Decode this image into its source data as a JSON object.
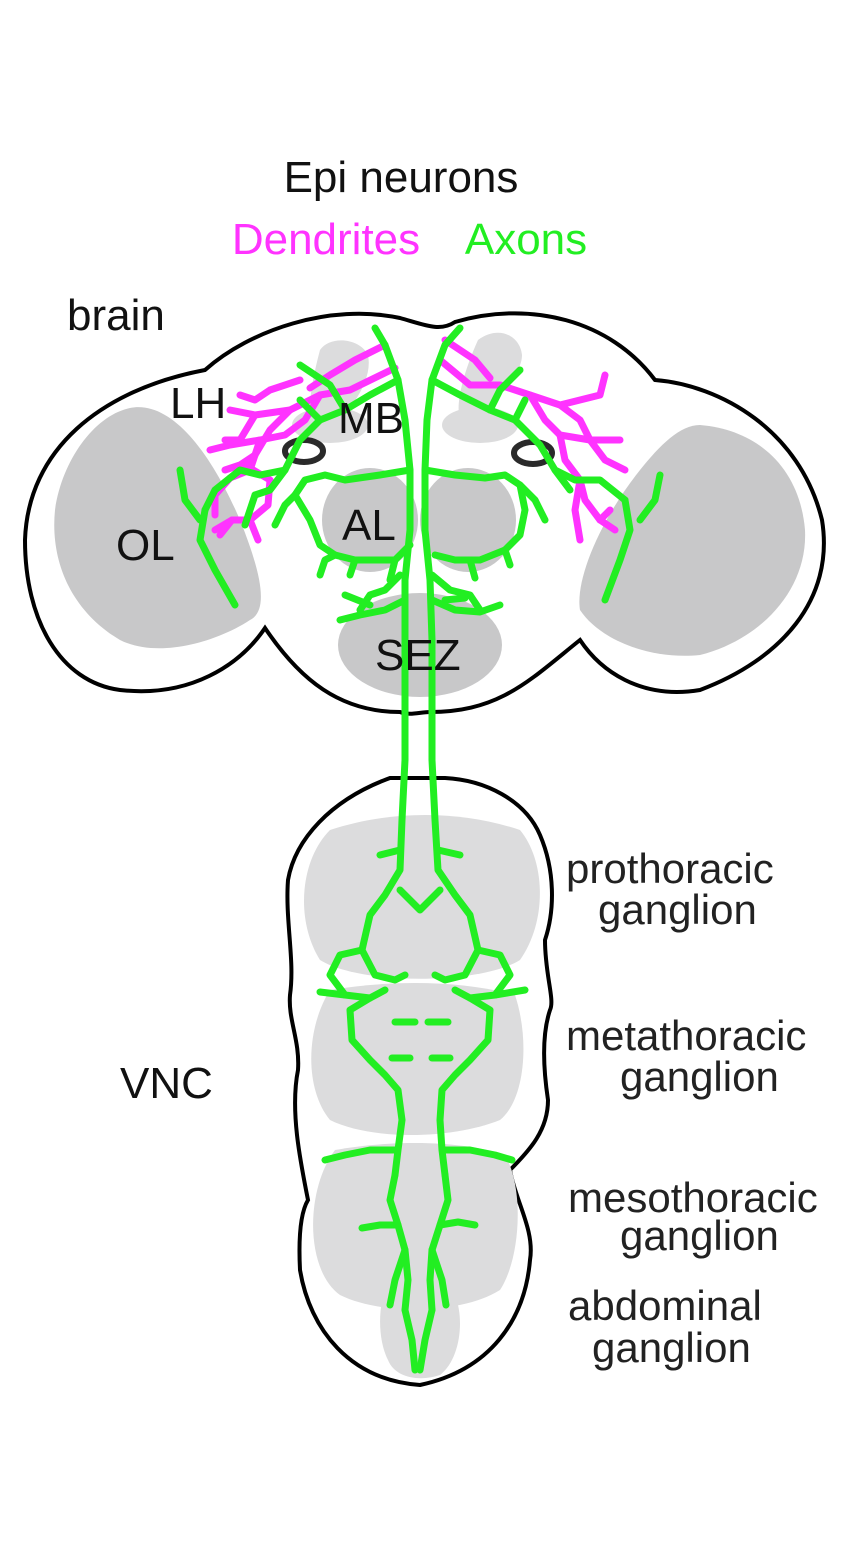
{
  "title": "Epi neurons",
  "legend": {
    "dendrites": "Dendrites",
    "axons": "Axons"
  },
  "colors": {
    "dendrites": "#ff33ff",
    "axons": "#22ee22",
    "tissue": "#c8c8c9",
    "tissue_light": "#dcdcdd",
    "outline": "#000000",
    "text": "#111111"
  },
  "labels": {
    "brain": "brain",
    "LH": "LH",
    "MB": "MB",
    "AL": "AL",
    "OL": "OL",
    "SEZ": "SEZ",
    "VNC": "VNC",
    "prothoracic_1": "prothoracic",
    "prothoracic_2": "ganglion",
    "metathoracic_1": "metathoracic",
    "metathoracic_2": "ganglion",
    "mesothoracic_1": "mesothoracic",
    "mesothoracic_2": "ganglion",
    "abdominal_1": "abdominal",
    "abdominal_2": "ganglion"
  }
}
